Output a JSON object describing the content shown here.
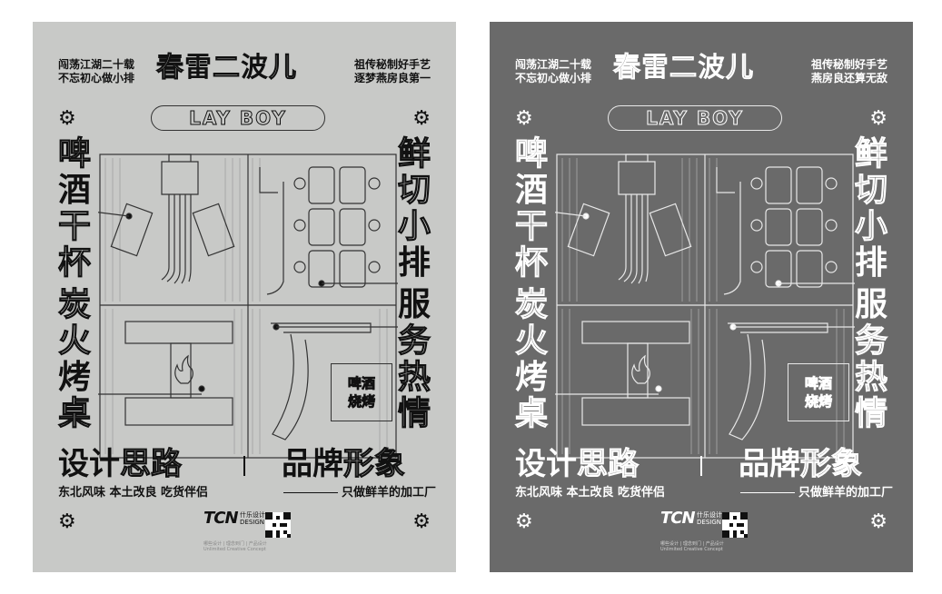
{
  "posters": [
    {
      "variant": "light",
      "background": "#c8c9c7",
      "title": {
        "chars": [
          "春",
          "雷",
          "二",
          "波",
          "儿"
        ]
      },
      "tagline_left": [
        "闯荡江湖二十载",
        "不忘初心做小排"
      ],
      "tagline_right": [
        "祖传秘制好手艺",
        "逐梦燕房良第一"
      ],
      "brand": "LAY BOY",
      "left_column_top": [
        "啤",
        "酒",
        "干",
        "杯"
      ],
      "left_column_bottom": [
        "炭",
        "火",
        "烤",
        "桌"
      ],
      "right_column_top": [
        "鲜",
        "切",
        "小",
        "排"
      ],
      "right_column_bottom": [
        "服",
        "务",
        "热",
        "情"
      ],
      "stamp": [
        "啤酒",
        "烧烤"
      ],
      "bottom_left": {
        "a": "设计",
        "b": "思路"
      },
      "bottom_right": {
        "a": "品牌",
        "b": "形象"
      },
      "sub_left": "东北风味  本土改良  吃货伴侣",
      "sub_right": "只做鲜羊的加工厂",
      "logo_mark": "TCN",
      "logo_name": [
        "什乐设计",
        "DESIGN"
      ],
      "logo_sub": "哪些设计 | 理念到门 | 产品设计 Unlimited Creative Concept"
    },
    {
      "variant": "dark",
      "background": "#6a6a6a",
      "title": {
        "chars": [
          "春",
          "雷",
          "二",
          "波",
          "儿"
        ]
      },
      "tagline_left": [
        "闯荡江湖二十载",
        "不忘初心做小排"
      ],
      "tagline_right": [
        "祖传秘制好手艺",
        "燕房良还算无敌"
      ],
      "brand": "LAY BOY",
      "left_column_top": [
        "啤",
        "酒",
        "干",
        "杯"
      ],
      "left_column_bottom": [
        "炭",
        "火",
        "烤",
        "桌"
      ],
      "right_column_top": [
        "鲜",
        "切",
        "小",
        "排"
      ],
      "right_column_bottom": [
        "服",
        "务",
        "热",
        "情"
      ],
      "stamp": [
        "啤酒",
        "烧烤"
      ],
      "bottom_left": {
        "a": "设计",
        "b": "思路"
      },
      "bottom_right": {
        "a": "品牌",
        "b": "形象"
      },
      "sub_left": "东北风味  本土改良  吃货伴侣",
      "sub_right": "只做鲜羊的加工厂",
      "logo_mark": "TCN",
      "logo_name": [
        "什乐设计",
        "DESIGN"
      ],
      "logo_sub": "哪些设计 | 理念到门 | 产品设计 Unlimited Creative Concept"
    }
  ]
}
